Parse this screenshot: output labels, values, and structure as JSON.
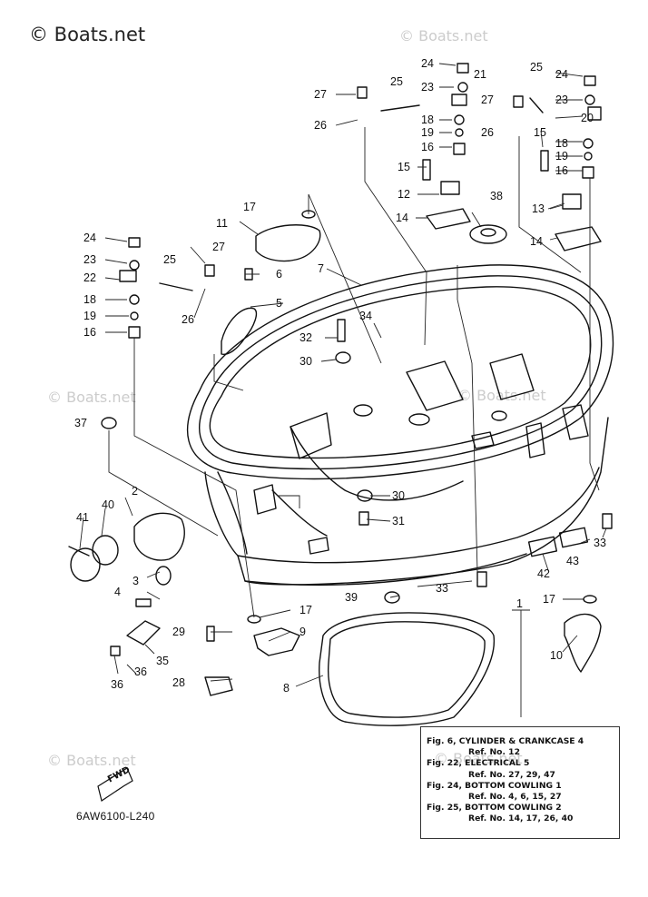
{
  "watermarks": {
    "main": "© Boats.net",
    "faint": "© Boats.net"
  },
  "drawing_code": "6AW6100-L240",
  "fwd_label": "FWD",
  "callouts": [
    {
      "id": "c1",
      "label": "1"
    },
    {
      "id": "c2",
      "label": "2"
    },
    {
      "id": "c3",
      "label": "3"
    },
    {
      "id": "c4",
      "label": "4"
    },
    {
      "id": "c5",
      "label": "5"
    },
    {
      "id": "c6",
      "label": "6"
    },
    {
      "id": "c7",
      "label": "7"
    },
    {
      "id": "c8",
      "label": "8"
    },
    {
      "id": "c9",
      "label": "9"
    },
    {
      "id": "c10",
      "label": "10"
    },
    {
      "id": "c11",
      "label": "11"
    },
    {
      "id": "c12",
      "label": "12"
    },
    {
      "id": "c13",
      "label": "13"
    },
    {
      "id": "c14a",
      "label": "14"
    },
    {
      "id": "c14b",
      "label": "14"
    },
    {
      "id": "c15a",
      "label": "15"
    },
    {
      "id": "c15b",
      "label": "15"
    },
    {
      "id": "c16a",
      "label": "16"
    },
    {
      "id": "c16b",
      "label": "16"
    },
    {
      "id": "c16c",
      "label": "16"
    },
    {
      "id": "c17a",
      "label": "17"
    },
    {
      "id": "c17b",
      "label": "17"
    },
    {
      "id": "c17c",
      "label": "17"
    },
    {
      "id": "c18a",
      "label": "18"
    },
    {
      "id": "c18b",
      "label": "18"
    },
    {
      "id": "c18c",
      "label": "18"
    },
    {
      "id": "c19a",
      "label": "19"
    },
    {
      "id": "c19b",
      "label": "19"
    },
    {
      "id": "c19c",
      "label": "19"
    },
    {
      "id": "c20",
      "label": "20"
    },
    {
      "id": "c21",
      "label": "21"
    },
    {
      "id": "c22",
      "label": "22"
    },
    {
      "id": "c23a",
      "label": "23"
    },
    {
      "id": "c23b",
      "label": "23"
    },
    {
      "id": "c23c",
      "label": "23"
    },
    {
      "id": "c24a",
      "label": "24"
    },
    {
      "id": "c24b",
      "label": "24"
    },
    {
      "id": "c24c",
      "label": "24"
    },
    {
      "id": "c25a",
      "label": "25"
    },
    {
      "id": "c25b",
      "label": "25"
    },
    {
      "id": "c25c",
      "label": "25"
    },
    {
      "id": "c26a",
      "label": "26"
    },
    {
      "id": "c26b",
      "label": "26"
    },
    {
      "id": "c26c",
      "label": "26"
    },
    {
      "id": "c27a",
      "label": "27"
    },
    {
      "id": "c27b",
      "label": "27"
    },
    {
      "id": "c27c",
      "label": "27"
    },
    {
      "id": "c28",
      "label": "28"
    },
    {
      "id": "c29",
      "label": "29"
    },
    {
      "id": "c30a",
      "label": "30"
    },
    {
      "id": "c30b",
      "label": "30"
    },
    {
      "id": "c31",
      "label": "31"
    },
    {
      "id": "c32",
      "label": "32"
    },
    {
      "id": "c33a",
      "label": "33"
    },
    {
      "id": "c33b",
      "label": "33"
    },
    {
      "id": "c34",
      "label": "34"
    },
    {
      "id": "c35",
      "label": "35"
    },
    {
      "id": "c36a",
      "label": "36"
    },
    {
      "id": "c36b",
      "label": "36"
    },
    {
      "id": "c37",
      "label": "37"
    },
    {
      "id": "c38",
      "label": "38"
    },
    {
      "id": "c39",
      "label": "39"
    },
    {
      "id": "c40",
      "label": "40"
    },
    {
      "id": "c41",
      "label": "41"
    },
    {
      "id": "c42",
      "label": "42"
    },
    {
      "id": "c43",
      "label": "43"
    }
  ],
  "references": [
    {
      "fig": "Fig. 6, CYLINDER & CRANKCASE 4",
      "ref": "Ref. No. 12"
    },
    {
      "fig": "Fig. 22, ELECTRICAL 5",
      "ref": "Ref. No. 27, 29, 47"
    },
    {
      "fig": "Fig. 24, BOTTOM COWLING 1",
      "ref": "Ref. No. 4, 6, 15, 27"
    },
    {
      "fig": "Fig. 25, BOTTOM COWLING 2",
      "ref": "Ref. No. 14, 17, 26, 40"
    }
  ]
}
